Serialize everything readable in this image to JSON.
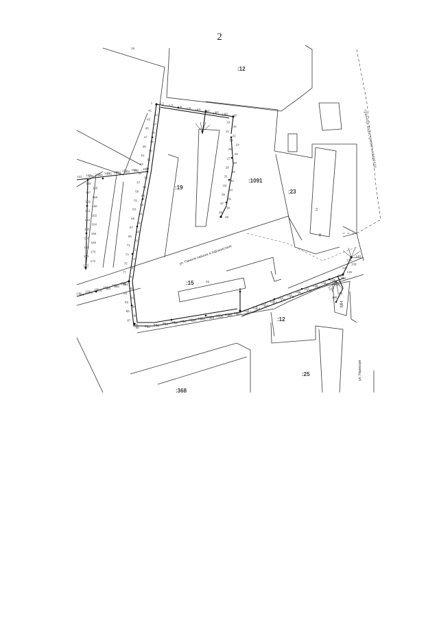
{
  "page": {
    "number": "2"
  },
  "map": {
    "parcel_labels": [
      ":12",
      ":1091",
      ":19",
      ":23",
      ":15",
      ":12",
      ":25",
      ":368"
    ],
    "top_cut_label": ":15",
    "building_numbers": [
      "14",
      "36",
      "26"
    ],
    "street_labels": [
      "ул. Памяти павших в Афганистане",
      "ул. Нарвская"
    ],
    "boundary_label": "граница кадастрового квартала",
    "facility_label": "МН",
    "point_labels": [
      "1",
      "2",
      "3",
      "4",
      "5",
      "6",
      "7",
      "8",
      "9",
      "10",
      "11",
      "12",
      "13",
      "14",
      "15",
      "16",
      "17",
      "18",
      "19",
      "20",
      "21",
      "22",
      "23",
      "24",
      "25",
      "26",
      "27",
      "28",
      "29",
      "30",
      "31",
      "32",
      "33",
      "34",
      "35",
      "36",
      "37",
      "38",
      "39",
      "40",
      "41",
      "42",
      "43",
      "44",
      "45",
      "46",
      "47",
      "48",
      "49",
      "50",
      "51",
      "52",
      "53",
      "54",
      "55",
      "56",
      "57",
      "58",
      "59",
      "60",
      "61",
      "62",
      "63",
      "64",
      "65",
      "66",
      "67",
      "68",
      "69",
      "70",
      "71",
      "72",
      "73",
      "74",
      "75",
      "76",
      "77",
      "78",
      "79",
      "80",
      "81",
      "82",
      "83",
      "84",
      "85",
      "86",
      "87",
      "88",
      "89",
      "90",
      "91",
      "92",
      "93",
      "94",
      "95",
      "96",
      "97",
      "98",
      "99",
      "100",
      "101",
      "102",
      "103",
      "104",
      "105",
      "106",
      "107",
      "108",
      "109",
      "110",
      "111",
      "112",
      "113",
      "114",
      "115",
      "116",
      "117",
      "118",
      "119",
      "120",
      "121",
      "122",
      "123",
      "124",
      "125",
      "126",
      "127",
      "128",
      "129",
      "130",
      "131",
      "132",
      "133",
      "134",
      "135",
      "136",
      "137",
      "138",
      "139",
      "140",
      "141",
      "142",
      "143",
      "144",
      "145",
      "146",
      "147",
      "148",
      "149",
      "150",
      "151",
      "152",
      "153",
      "154",
      "155",
      "156",
      "157",
      "158",
      "159",
      "160",
      "161",
      "162",
      "163",
      "164",
      "165",
      "166",
      "167",
      "168",
      "169",
      "170",
      "171",
      "172",
      "173",
      "174",
      "175",
      "176",
      "177",
      "178",
      "179",
      "180",
      "181",
      "182",
      "183",
      "184",
      "185",
      "186",
      "187",
      "188",
      "189"
    ]
  }
}
